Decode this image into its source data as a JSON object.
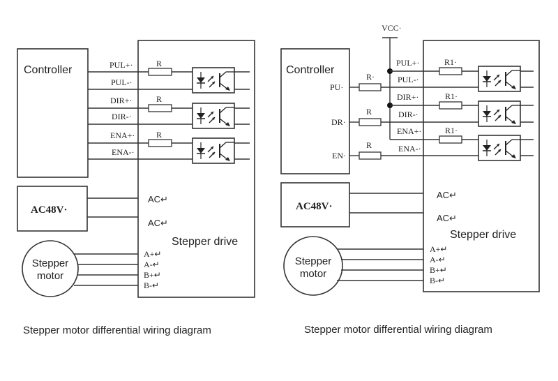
{
  "diagrams": [
    {
      "name": "left",
      "controller_label": "Controller",
      "drive_label": "Stepper drive",
      "power_label": "AC48V·",
      "motor_label_line1": "Stepper",
      "motor_label_line2": "motor",
      "signals": [
        "PUL+·",
        "PUL-·",
        "DIR+·",
        "DIR-·",
        "ENA+·",
        "ENA-·"
      ],
      "resistor_labels": [
        "R",
        "R",
        "R"
      ],
      "ac_labels": [
        "AC↵",
        "AC↵"
      ],
      "motor_pins": [
        "A+↵",
        "A-↵",
        "B+↵",
        "B-↵"
      ],
      "caption": "Stepper motor differential wiring diagram"
    },
    {
      "name": "right",
      "controller_label": "Controller",
      "controller_pins": [
        "PU·",
        "DR·",
        "EN·"
      ],
      "vcc_label": "VCC·",
      "drive_label": "Stepper drive",
      "power_label": "AC48V·",
      "motor_label_line1": "Stepper",
      "motor_label_line2": "motor",
      "signals": [
        "PUL+·",
        "PUL-·",
        "DIR+·",
        "DIR-·",
        "ENA+·",
        "ENA-·"
      ],
      "resistor_labels": [
        "R·",
        "R",
        "R"
      ],
      "internal_resistor_labels": [
        "R1·",
        "R1·",
        "R1·"
      ],
      "ac_labels": [
        "AC↵",
        "AC↵"
      ],
      "motor_pins": [
        "A+↵",
        "A-↵",
        "B+↵",
        "B-↵"
      ],
      "caption": "Stepper motor differential wiring diagram"
    }
  ]
}
